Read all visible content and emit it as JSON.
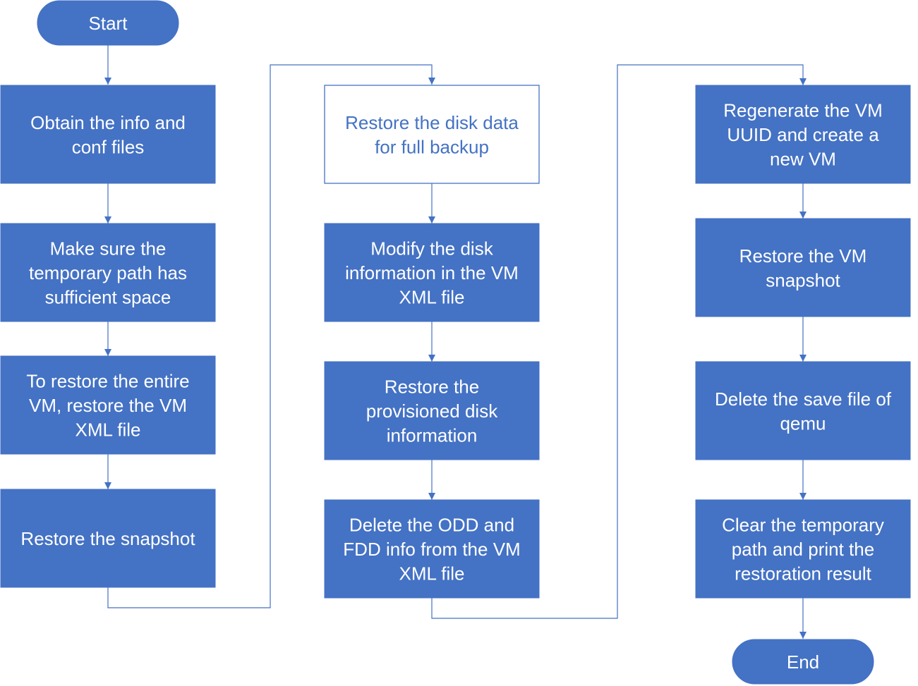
{
  "colors": {
    "fill": "#4472C4",
    "stroke": "#4472C4",
    "text_on_fill": "#FFFFFF",
    "text_on_outline": "#4472C4",
    "background": "#FFFFFF"
  },
  "nodes": {
    "start": {
      "label": "Start",
      "shape": "terminator"
    },
    "obtain": {
      "lines": [
        "Obtain the info and",
        "conf files"
      ],
      "style": "filled"
    },
    "space": {
      "lines": [
        "Make sure the",
        "temporary path has",
        "sufficient space"
      ],
      "style": "filled"
    },
    "xml": {
      "lines": [
        "To restore the entire",
        "VM, restore the VM",
        "XML file"
      ],
      "style": "filled"
    },
    "snapshot": {
      "lines": [
        "Restore the snapshot"
      ],
      "style": "filled"
    },
    "disk": {
      "lines": [
        "Restore the disk data",
        "for full backup"
      ],
      "style": "outlined"
    },
    "modify": {
      "lines": [
        "Modify the disk",
        "information in the VM",
        "XML file"
      ],
      "style": "filled"
    },
    "provisioned": {
      "lines": [
        "Restore the",
        "provisioned disk",
        "information"
      ],
      "style": "filled"
    },
    "odd": {
      "lines": [
        "Delete the ODD and",
        "FDD info from the VM",
        "XML file"
      ],
      "style": "filled"
    },
    "uuid": {
      "lines": [
        "Regenerate the VM",
        "UUID and create a",
        "new VM"
      ],
      "style": "filled"
    },
    "vmsnap": {
      "lines": [
        "Restore the VM",
        "snapshot"
      ],
      "style": "filled"
    },
    "qemu": {
      "lines": [
        "Delete the save file of",
        "qemu"
      ],
      "style": "filled"
    },
    "clear": {
      "lines": [
        "Clear the temporary",
        "path and print the",
        "restoration result"
      ],
      "style": "filled"
    },
    "end": {
      "label": "End",
      "shape": "terminator"
    }
  }
}
